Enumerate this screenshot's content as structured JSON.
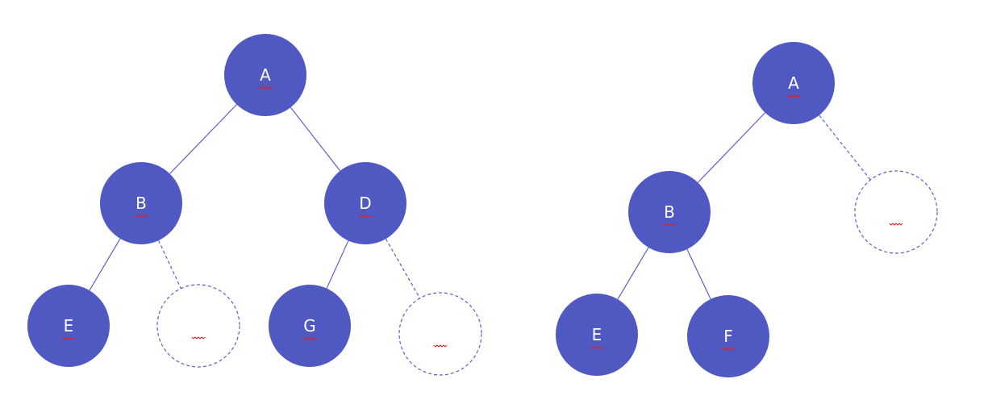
{
  "diagram": {
    "colors": {
      "node_fill": "#5058c2",
      "edge": "#5a5fc8",
      "spellcheck_underline": "#e02020",
      "label": "#ffffff"
    },
    "trees": [
      {
        "nodes": [
          {
            "id": "A1",
            "label": "A",
            "kind": "filled"
          },
          {
            "id": "B1",
            "label": "B",
            "kind": "filled"
          },
          {
            "id": "D1",
            "label": "D",
            "kind": "filled"
          },
          {
            "id": "E1",
            "label": "E",
            "kind": "filled"
          },
          {
            "id": "N1",
            "label": "",
            "kind": "empty"
          },
          {
            "id": "G1",
            "label": "G",
            "kind": "filled"
          },
          {
            "id": "N2",
            "label": "",
            "kind": "empty"
          }
        ],
        "edges": [
          {
            "from": "A1",
            "to": "B1",
            "style": "solid"
          },
          {
            "from": "A1",
            "to": "D1",
            "style": "solid"
          },
          {
            "from": "B1",
            "to": "E1",
            "style": "solid"
          },
          {
            "from": "B1",
            "to": "N1",
            "style": "dashed"
          },
          {
            "from": "D1",
            "to": "G1",
            "style": "solid"
          },
          {
            "from": "D1",
            "to": "N2",
            "style": "dashed"
          }
        ]
      },
      {
        "nodes": [
          {
            "id": "A2",
            "label": "A",
            "kind": "filled"
          },
          {
            "id": "B2",
            "label": "B",
            "kind": "filled"
          },
          {
            "id": "N3",
            "label": "",
            "kind": "empty"
          },
          {
            "id": "E2",
            "label": "E",
            "kind": "filled"
          },
          {
            "id": "F2",
            "label": "F",
            "kind": "filled"
          }
        ],
        "edges": [
          {
            "from": "A2",
            "to": "B2",
            "style": "solid"
          },
          {
            "from": "A2",
            "to": "N3",
            "style": "dashed"
          },
          {
            "from": "B2",
            "to": "E2",
            "style": "solid"
          },
          {
            "from": "B2",
            "to": "F2",
            "style": "solid"
          }
        ]
      }
    ]
  }
}
